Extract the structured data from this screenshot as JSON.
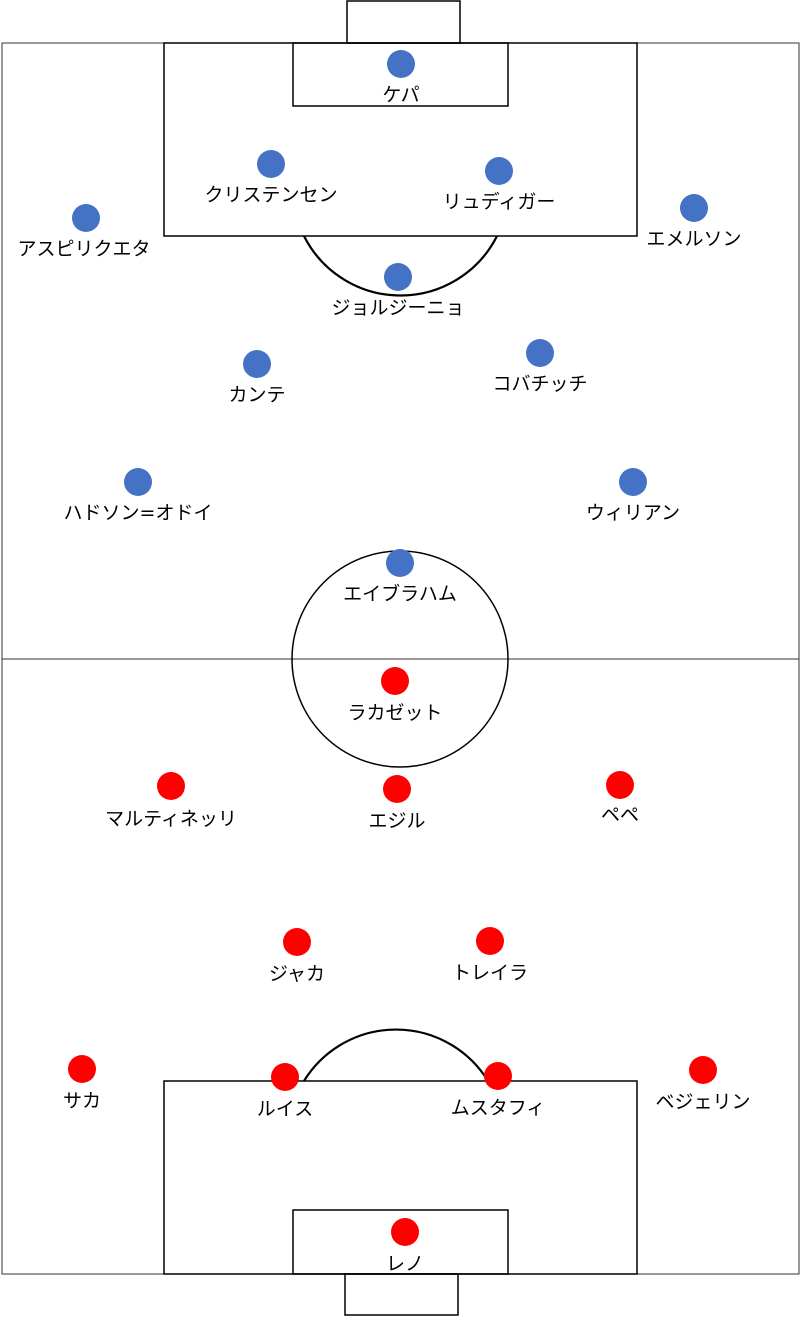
{
  "team_colors": {
    "home": "#4472C4",
    "away": "#FF0000"
  },
  "players": {
    "home": [
      {
        "name": "ケパ"
      },
      {
        "name": "クリステンセン"
      },
      {
        "name": "リュディガー"
      },
      {
        "name": "アスピリクエタ"
      },
      {
        "name": "エメルソン"
      },
      {
        "name": "ジョルジーニョ"
      },
      {
        "name": "カンテ"
      },
      {
        "name": "コバチッチ"
      },
      {
        "name": "ハドソン=オドイ"
      },
      {
        "name": "ウィリアン"
      },
      {
        "name": "エイブラハム"
      }
    ],
    "away": [
      {
        "name": "ラカゼット"
      },
      {
        "name": "マルティネッリ"
      },
      {
        "name": "エジル"
      },
      {
        "name": "ペペ"
      },
      {
        "name": "ジャカ"
      },
      {
        "name": "トレイラ"
      },
      {
        "name": "サカ"
      },
      {
        "name": "ルイス"
      },
      {
        "name": "ムスタフィ"
      },
      {
        "name": "ベジェリン"
      },
      {
        "name": "レノ"
      }
    ]
  }
}
